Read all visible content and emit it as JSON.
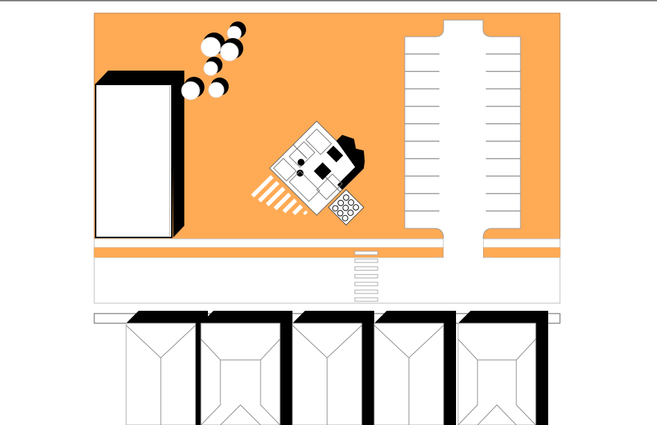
{
  "colors": {
    "ground": "#FFAA55",
    "paved": "#FFFFFF",
    "shadow": "#000000",
    "outline": "#B0B0B0"
  },
  "icons": {
    "tree": "tree-icon",
    "building": "building-footprint"
  },
  "parking": {
    "stalls_per_side": 10
  },
  "crosswalk": {
    "stripes": 7
  },
  "houses": {
    "count": 5
  },
  "trees": {
    "count": 6
  }
}
